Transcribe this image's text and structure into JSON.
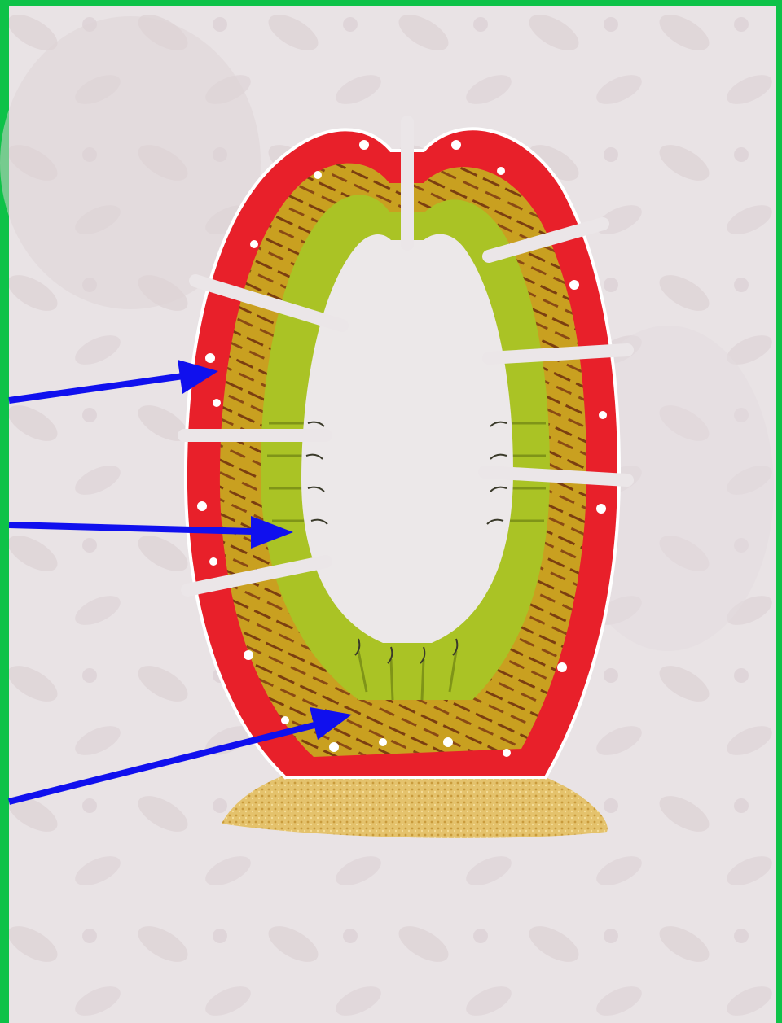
{
  "figure": {
    "subject": "cross-section-of-sponge-like-tube-wall",
    "colors": {
      "frame": "#0ec248",
      "background": "#e7e1e3",
      "outer_cells": "#e8202a",
      "middle_layer": "#c9a020",
      "inner_cells": "#aac325",
      "base": "#e2be66",
      "arrows": "#1010ee"
    },
    "arrows": [
      {
        "name": "arrow-outer-layer"
      },
      {
        "name": "arrow-inner-layer"
      },
      {
        "name": "arrow-middle-layer"
      }
    ]
  }
}
